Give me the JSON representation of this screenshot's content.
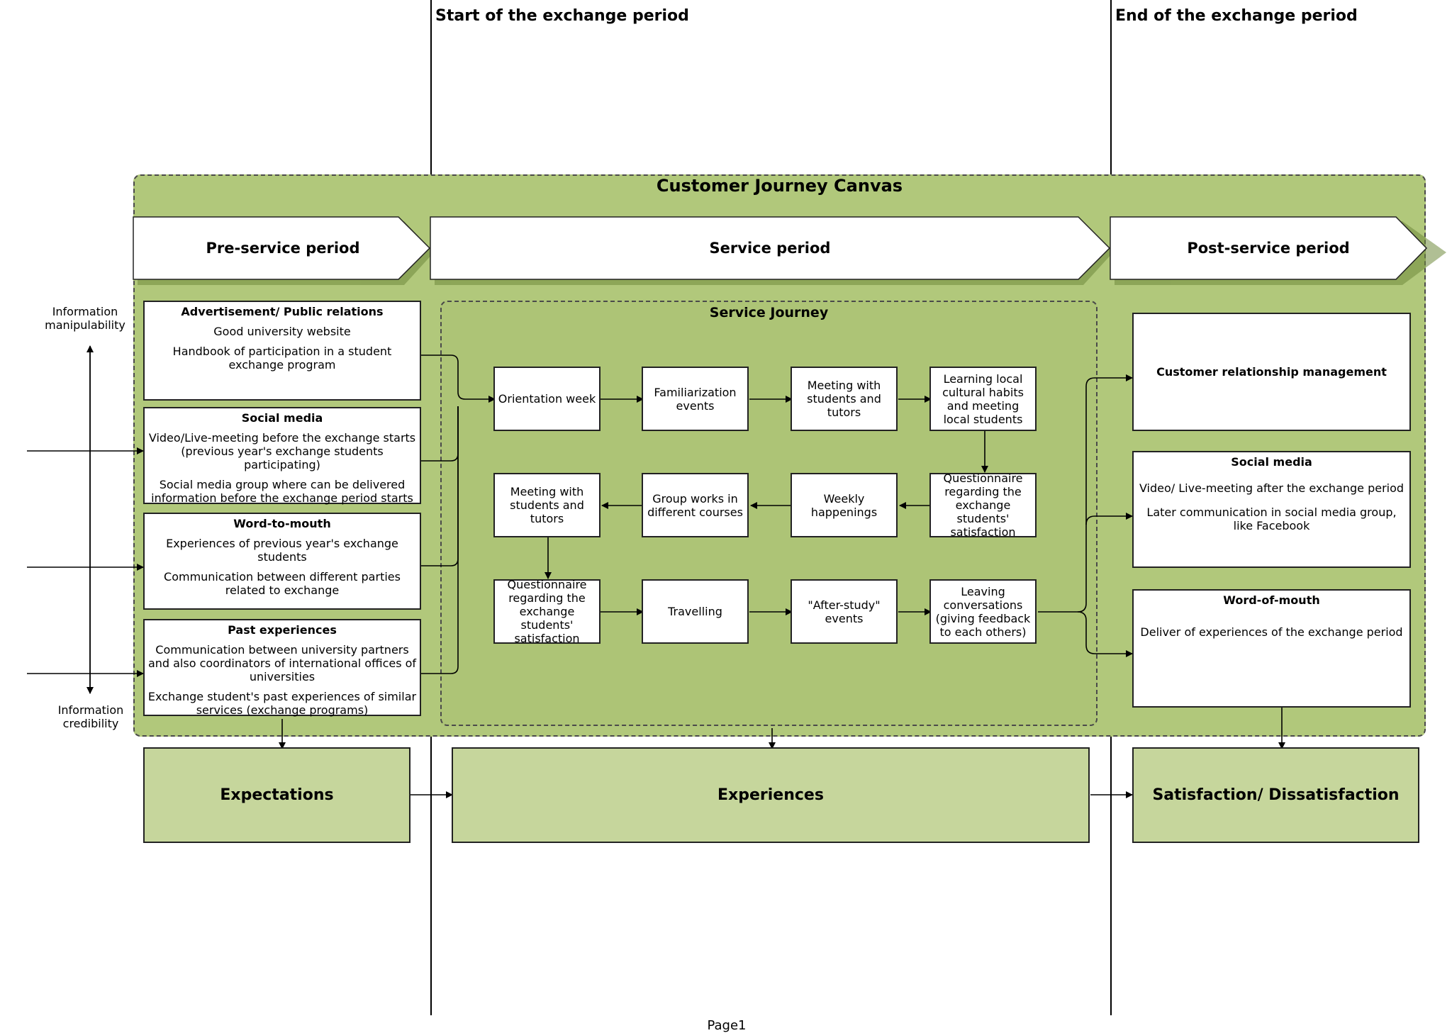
{
  "phases": {
    "start": "Start of the exchange period",
    "end": "End of the exchange period"
  },
  "canvas": {
    "title": "Customer Journey Canvas"
  },
  "periods": {
    "pre": "Pre-service period",
    "service": "Service period",
    "post": "Post-service period"
  },
  "axis": {
    "top": "Information manipulability",
    "bottom": "Information credibility"
  },
  "pre_boxes": [
    {
      "title": "Advertisement/ Public relations",
      "lines": [
        "Good university website",
        "Handbook of participation in a student exchange program"
      ]
    },
    {
      "title": "Social media",
      "lines": [
        "Video/Live-meeting before the exchange starts (previous year's exchange students participating)",
        "Social media group where can be delivered information before the exchange period starts"
      ]
    },
    {
      "title": "Word-to-mouth",
      "lines": [
        "Experiences of previous year's exchange students",
        "Communication between different parties related to exchange"
      ]
    },
    {
      "title": "Past experiences",
      "lines": [
        "Communication between university partners and also coordinators of international offices of universities",
        "Exchange student's past experiences of similar services (exchange programs)"
      ]
    }
  ],
  "service_journey": {
    "title": "Service Journey",
    "steps": [
      "Orientation week",
      "Familiarization events",
      "Meeting with students and tutors",
      "Learning local cultural habits and meeting local students",
      "Questionnaire regarding the exchange students' satisfaction",
      "Weekly happenings",
      "Group works in different courses",
      "Meeting with students and tutors",
      "Questionnaire regarding the exchange students' satisfaction",
      "Travelling",
      "\"After-study\" events",
      "Leaving conversations (giving feedback to each others)"
    ]
  },
  "post_boxes": [
    {
      "title": "Customer relationship management",
      "lines": []
    },
    {
      "title": "Social media",
      "lines": [
        "Video/ Live-meeting after the exchange period",
        "Later communication in social media group, like Facebook"
      ]
    },
    {
      "title": "Word-of-mouth",
      "lines": [
        "Deliver of experiences of the exchange period"
      ]
    }
  ],
  "outcomes": {
    "expectations": "Expectations",
    "experiences": "Experiences",
    "satisfaction": "Satisfaction/ Dissatisfaction"
  },
  "footer": {
    "page": "Page1"
  },
  "colors": {
    "canvas": "#b1c87b",
    "outcome": "#c6d69c",
    "shadow": "#7f9a45"
  }
}
